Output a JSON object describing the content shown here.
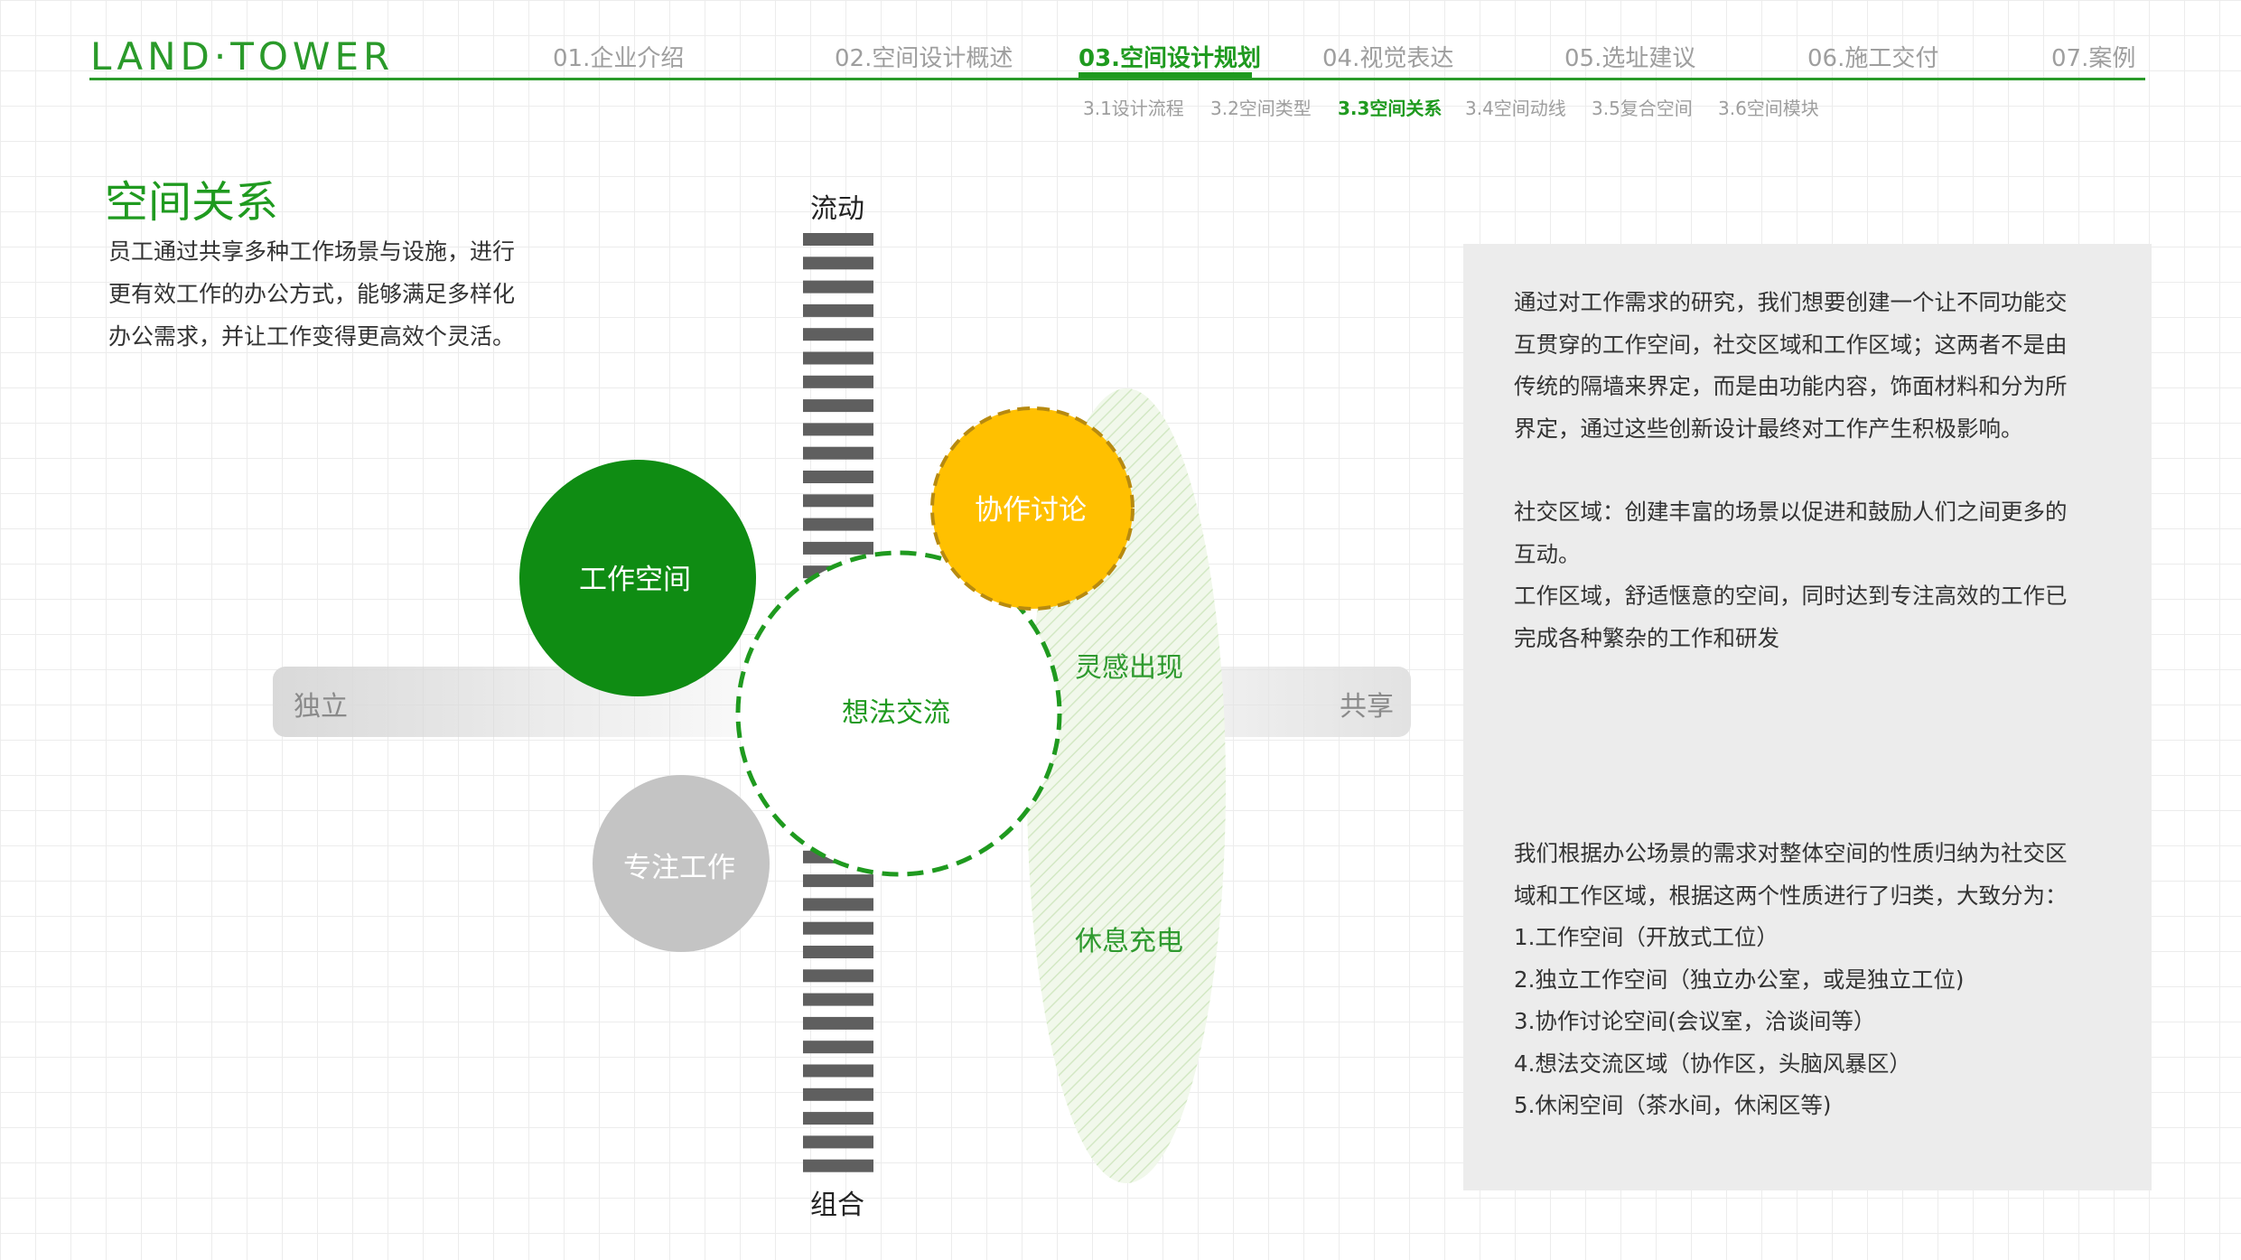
{
  "brand": {
    "logo_text": "LAND·TOWER",
    "accent_color": "#1f9a1f"
  },
  "nav": {
    "items": [
      {
        "label": "01.企业介绍"
      },
      {
        "label": "02.空间设计概述"
      },
      {
        "label": "03.空间设计规划",
        "active": true
      },
      {
        "label": "04.视觉表达"
      },
      {
        "label": "05.选址建议"
      },
      {
        "label": "06.施工交付"
      },
      {
        "label": "07.案例"
      }
    ],
    "sub_items": [
      {
        "label": "3.1设计流程"
      },
      {
        "label": "3.2空间类型"
      },
      {
        "label": "3.3空间关系",
        "active": true
      },
      {
        "label": "3.4空间动线"
      },
      {
        "label": "3.5复合空间"
      },
      {
        "label": "3.6空间模块"
      }
    ]
  },
  "page": {
    "title": "空间关系",
    "intro": [
      "员工通过共享多种工作场景与设施，进行",
      "更有效工作的办公方式，能够满足多样化",
      "办公需求，并让工作变得更高效个灵活。"
    ]
  },
  "diagram": {
    "axis_top": "流动",
    "axis_bottom": "组合",
    "axis_left": "独立",
    "axis_right": "共享",
    "nodes": {
      "work_space": "工作空间",
      "collab": "协作讨论",
      "ideas": "想法交流",
      "focus": "专注工作"
    },
    "zone_labels": {
      "inspiration": "灵感出现",
      "rest": "休息充电"
    },
    "colors": {
      "green": "#0f8c13",
      "yellow": "#ffc000",
      "grey_circle": "#c4c4c4",
      "bar": "#5f5f5f"
    }
  },
  "panel": {
    "block1": [
      "通过对工作需求的研究，我们想要创建一个让不同功能交",
      "互贯穿的工作空间，社交区域和工作区域；这两者不是由",
      "传统的隔墙来界定，而是由功能内容，饰面材料和分为所",
      "界定，通过这些创新设计最终对工作产生积极影响。"
    ],
    "block2": [
      "社交区域：创建丰富的场景以促进和鼓励人们之间更多的",
      "互动。",
      "工作区域，舒适惬意的空间，同时达到专注高效的工作已",
      "完成各种繁杂的工作和研发"
    ],
    "block3": [
      "我们根据办公场景的需求对整体空间的性质归纳为社交区",
      "域和工作区域，根据这两个性质进行了归类，大致分为：",
      "1.工作空间（开放式工位）",
      "2.独立工作空间（独立办公室，或是独立工位)",
      "3.协作讨论空间(会议室，洽谈间等）",
      "4.想法交流区域（协作区，头脑风暴区）",
      "5.休闲空间（茶水间，休闲区等)"
    ]
  }
}
